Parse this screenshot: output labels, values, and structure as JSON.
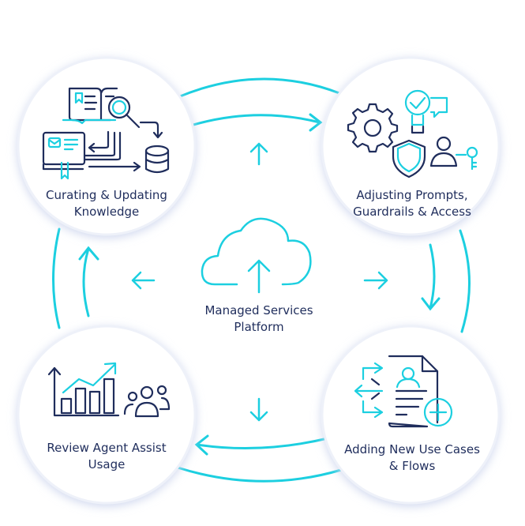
{
  "colors": {
    "navy": "#1f2d5c",
    "cyan": "#1ccfe0",
    "ring": "#e6ebf6"
  },
  "center": {
    "label_line1": "Managed Services",
    "label_line2": "Platform",
    "icon": "cloud-upload-icon"
  },
  "nodes": [
    {
      "line1": "Curating & Updating",
      "line2": "Knowledge",
      "icon": "knowledge-base-icon"
    },
    {
      "line1": "Adjusting Prompts,",
      "line2": "Guardrails & Access",
      "icon": "settings-shield-access-icon"
    },
    {
      "line1": "Adding New Use Cases",
      "line2": "& Flows",
      "icon": "document-add-flow-icon"
    },
    {
      "line1": "Review Agent Assist",
      "line2": "Usage",
      "icon": "analytics-users-icon"
    }
  ]
}
